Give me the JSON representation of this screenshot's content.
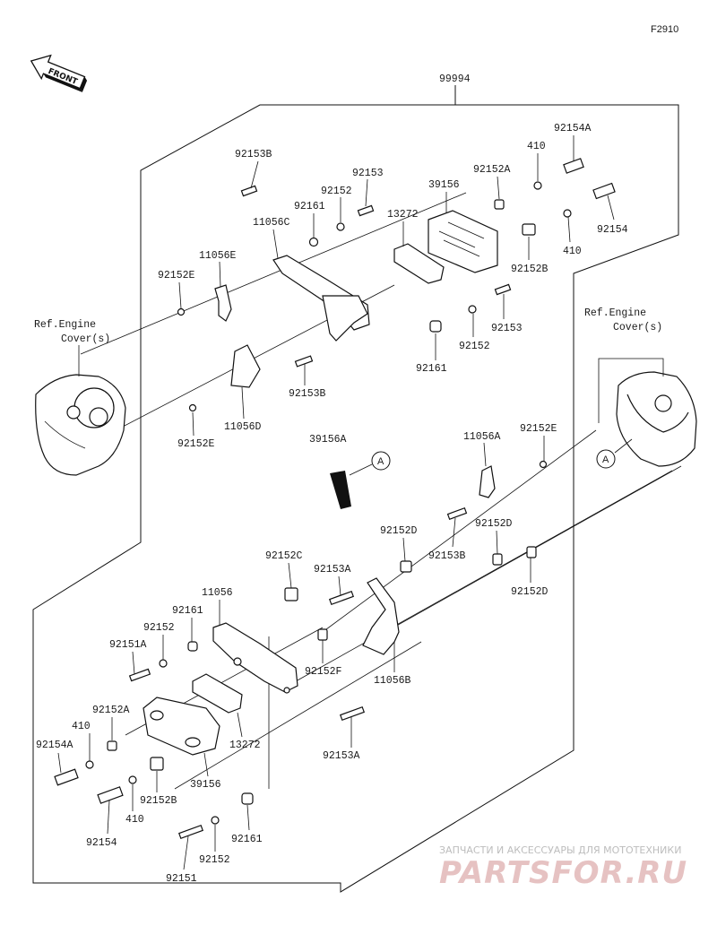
{
  "diagram": {
    "id": "F2910",
    "front_label": "FRONT"
  },
  "ref_labels": {
    "left": [
      "Ref.Engine",
      "Cover(s)"
    ],
    "right": [
      "Ref.Engine",
      "Cover(s)"
    ]
  },
  "callouts": [
    "A",
    "A"
  ],
  "labels": [
    "99994",
    "92153B",
    "92153",
    "92152",
    "92161",
    "39156",
    "92152A",
    "410",
    "92154A",
    "11056C",
    "13272",
    "11056E",
    "92152E",
    "410",
    "92154",
    "92152B",
    "92153",
    "92152",
    "92161",
    "92153B",
    "11056D",
    "92152E",
    "39156A",
    "11056A",
    "92152E",
    "92152D",
    "92152D",
    "92153B",
    "92152C",
    "92153A",
    "92152D",
    "11056",
    "92161",
    "92152",
    "92151A",
    "92152F",
    "11056B",
    "92152A",
    "410",
    "92154A",
    "13272",
    "92153A",
    "39156",
    "92152B",
    "410",
    "92154",
    "92161",
    "92152",
    "92151"
  ],
  "watermark": {
    "tagline": "ЗАПЧАСТИ И АКСЕССУАРЫ ДЛЯ МОТОТЕХНИКИ",
    "logo": "PARTSFOR.RU"
  }
}
